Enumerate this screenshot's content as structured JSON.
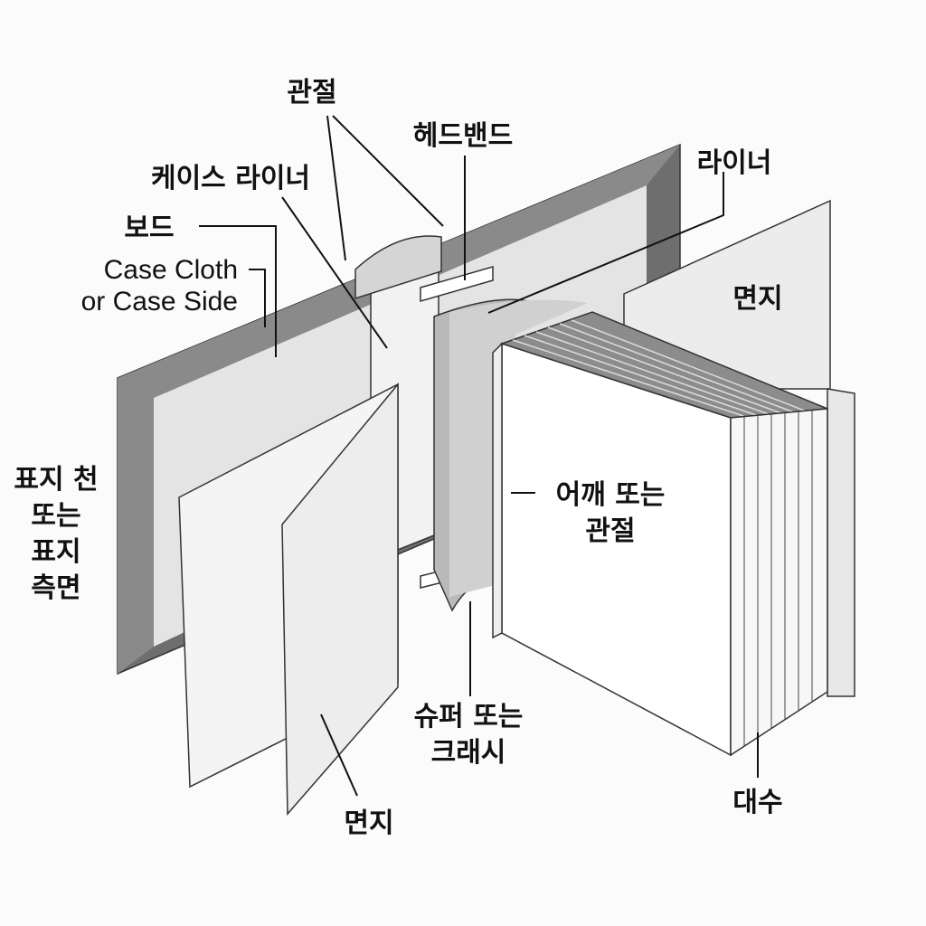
{
  "title": "Book case binding parts diagram",
  "labels": {
    "hinge_top": "관절",
    "headband": "헤드밴드",
    "case_liner": "케이스 라이너",
    "liner": "라이너",
    "board": "보드",
    "case_cloth_line1": "Case Cloth",
    "case_cloth_line2": "or Case Side",
    "endpaper_right": "면지",
    "cover_cloth_line1": "표지 천",
    "cover_cloth_line2": "또는",
    "cover_cloth_line3": "표지",
    "cover_cloth_line4": "측면",
    "shoulder_line1": "어깨 또는",
    "shoulder_line2": "관절",
    "super_line1": "슈퍼 또는",
    "super_line2": "크래시",
    "endpaper_bottom": "면지",
    "signatures": "대수"
  },
  "colors": {
    "board_frame": "#6e6e6e",
    "board_inner": "#e4e4e4",
    "paper": "#ffffff",
    "paper_shade": "#ececec"
  }
}
